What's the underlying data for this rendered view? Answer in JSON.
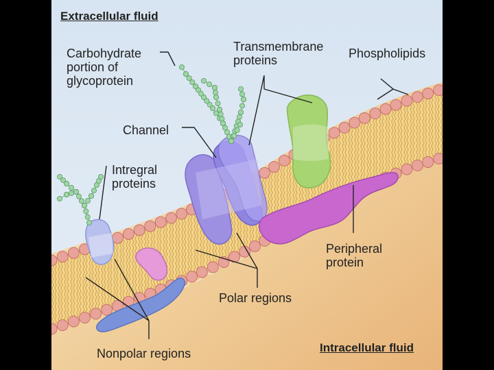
{
  "labels": {
    "extracellular": "Extracellular fluid",
    "intracellular": "Intracellular fluid",
    "carbohydrate": "Carbohydrate\nportion of\nglycoprotein",
    "transmembrane": "Transmembrane\nproteins",
    "phospholipids": "Phospholipids",
    "channel": "Channel",
    "integral": "Intregral\nproteins",
    "peripheral": "Peripheral\nprotein",
    "polar": "Polar regions",
    "nonpolar": "Nonpolar regions"
  },
  "colors": {
    "background_top": "#d9e6f2",
    "intracellular": "#f3c893",
    "membrane_core": "#f6d68c",
    "phospholipid_head": "#e8a39a",
    "phospholipid_head_stroke": "#c7726a",
    "tail": "#c9a25a",
    "green_protein": "#a8d473",
    "purple_protein": "#9a8fe0",
    "light_blue_protein": "#b9c1ee",
    "magenta_protein": "#c86ad1",
    "pink_protein": "#e69ad6",
    "blue_protein": "#7890d8",
    "glyco_chain": "#9fd6a6",
    "leader": "#222222"
  }
}
